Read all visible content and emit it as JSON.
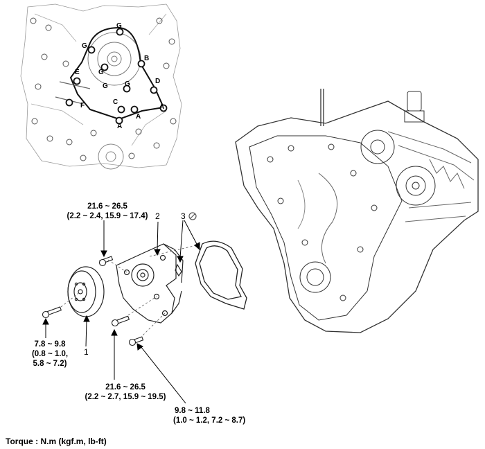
{
  "inset_letters": {
    "G1": "G",
    "G2": "G",
    "G3": "G",
    "G4": "G",
    "G5": "G",
    "B": "B",
    "D": "D",
    "E": "E",
    "C": "C",
    "F": "F",
    "A1": "A",
    "A2": "A",
    "A3": "A"
  },
  "torque_top": {
    "line1": "21.6 ~ 26.5",
    "line2": "(2.2 ~ 2.4, 15.9 ~ 17.4)"
  },
  "torque_left": {
    "line1": "7.8 ~ 9.8",
    "line2": "(0.8 ~ 1.0,",
    "line3": "5.8 ~ 7.2)"
  },
  "torque_bottom_mid": {
    "line1": "21.6 ~ 26.5",
    "line2": "(2.2 ~ 2.7, 15.9 ~ 19.5)"
  },
  "torque_bottom_right": {
    "line1": "9.8 ~ 11.8",
    "line2": "(1.0 ~ 1.2, 7.2 ~ 8.7)"
  },
  "parts": {
    "p1": "1",
    "p2": "2",
    "p3": "3"
  },
  "footer": "Torque : N.m (kgf.m, lb-ft)"
}
